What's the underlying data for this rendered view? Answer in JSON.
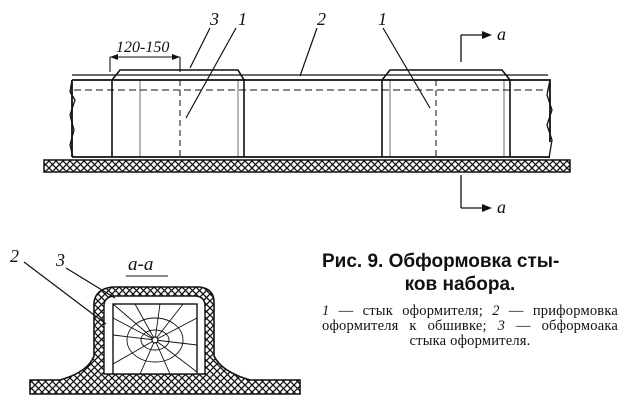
{
  "figure": {
    "dimension_label": "120-150",
    "callouts_top": [
      "3",
      "1",
      "2",
      "1"
    ],
    "section_marker": "a",
    "section_title": "a-a",
    "callouts_section": [
      "2",
      "3"
    ]
  },
  "caption": {
    "title_line1": "Рис. 9. Обформовка сты-",
    "title_line2": "ков набора.",
    "legend": [
      {
        "num": "1",
        "text": " — стык оформителя; "
      },
      {
        "num": "2",
        "text": " — приформовка оформителя к обшивке; "
      },
      {
        "num": "3",
        "text": " — обформоака стыка оформителя."
      }
    ]
  }
}
